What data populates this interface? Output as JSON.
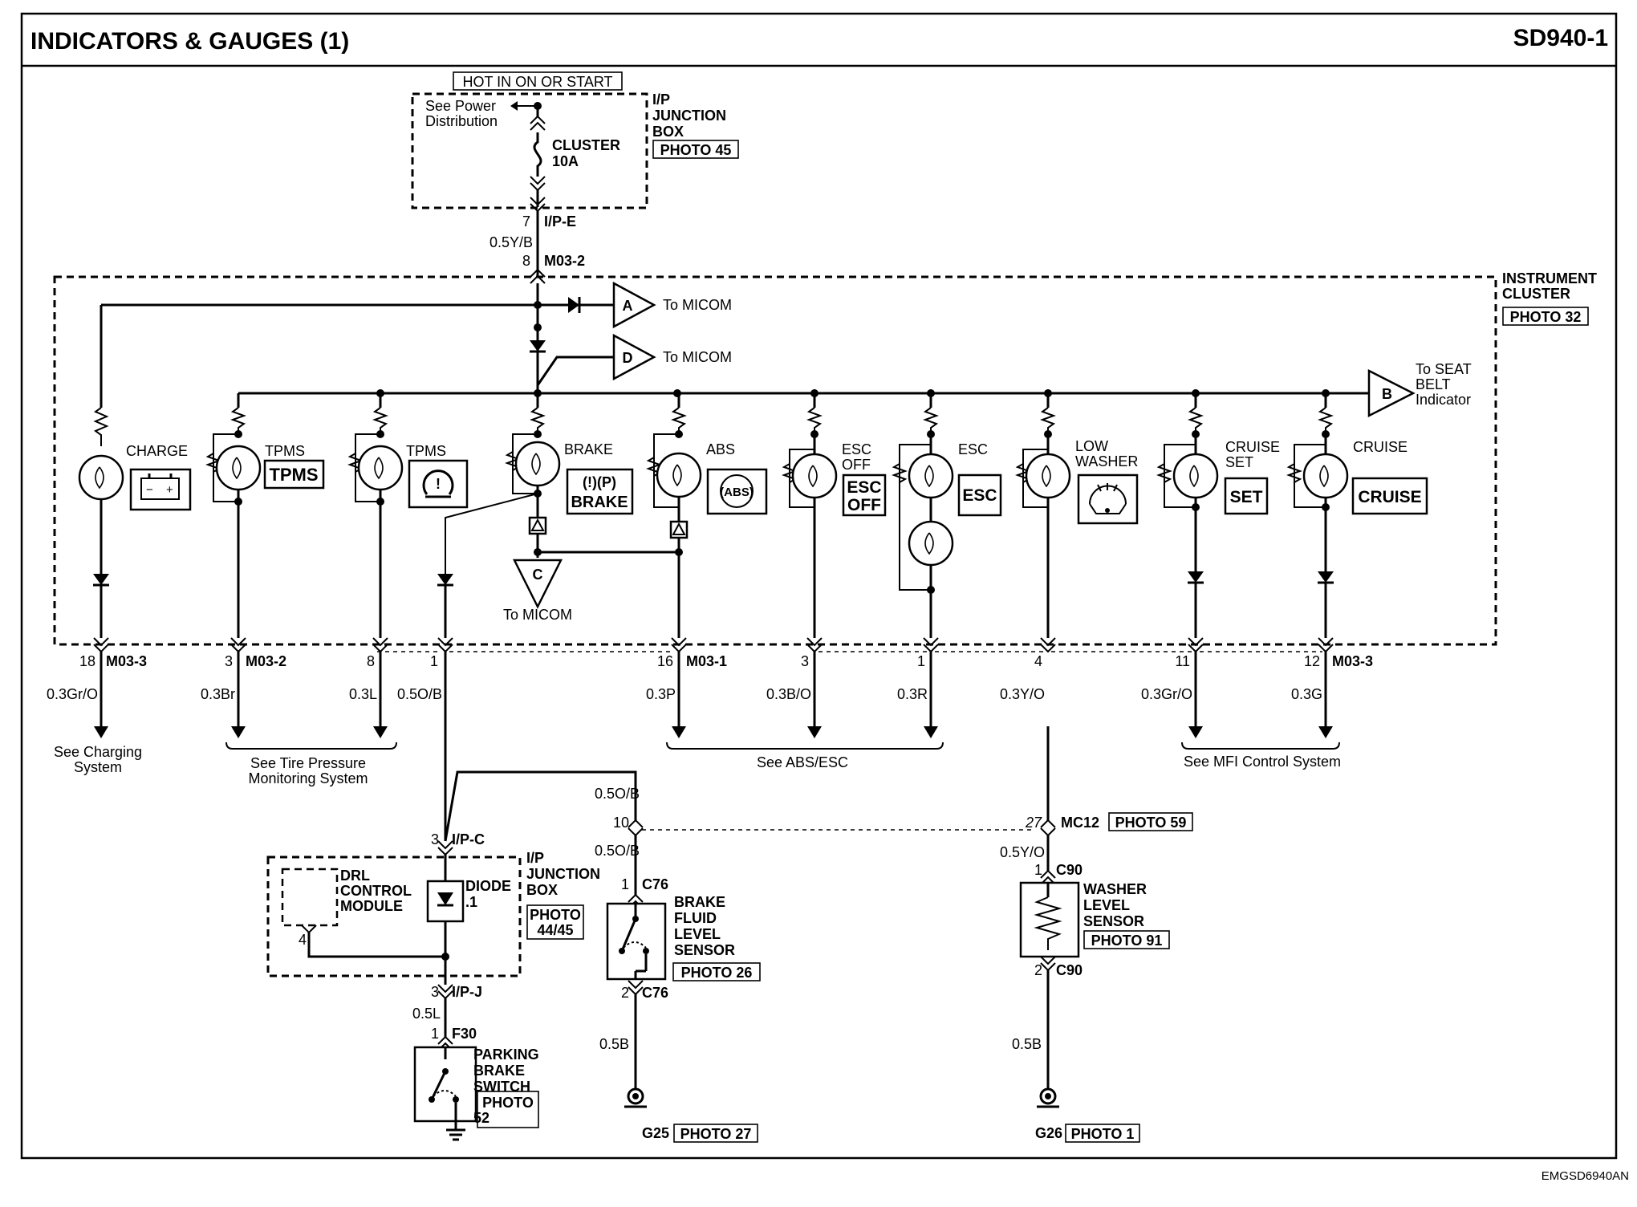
{
  "header": {
    "title": "INDICATORS & GAUGES (1)",
    "code": "SD940-1"
  },
  "footer": {
    "ref": "EMGSD6940AN"
  },
  "top": {
    "hot_label": "HOT IN ON OR START",
    "see_power": [
      "See Power",
      "Distribution"
    ],
    "fuse_label": [
      "CLUSTER",
      "10A"
    ],
    "jb_label": [
      "I/P",
      "JUNCTION",
      "BOX"
    ],
    "jb_photo": "PHOTO 45",
    "conn1_pin": "7",
    "conn1_name": "I/P-E",
    "wire1": "0.5Y/B",
    "conn2_pin": "8",
    "conn2_name": "M03-2"
  },
  "cluster": {
    "label": [
      "INSTRUMENT",
      "CLUSTER"
    ],
    "photo": "PHOTO 32",
    "micom_a": "A",
    "micom_d": "D",
    "micom_c": "C",
    "seat_b": "B",
    "to_micom": "To MICOM",
    "seat_belt": [
      "To SEAT",
      "BELT",
      "Indicator"
    ]
  },
  "indicators": [
    {
      "label": [
        "CHARGE"
      ],
      "icon": "battery-icon"
    },
    {
      "label": [
        "TPMS"
      ],
      "box": "TPMS"
    },
    {
      "label": [
        "TPMS"
      ],
      "icon": "tire-pressure-icon",
      "symbol": "!"
    },
    {
      "label": [
        "BRAKE"
      ],
      "box": [
        "(!)(P)",
        "BRAKE"
      ]
    },
    {
      "label": [
        "ABS"
      ],
      "box": "(ABS)"
    },
    {
      "label": [
        "ESC",
        "OFF"
      ],
      "box": [
        "ESC",
        "OFF"
      ]
    },
    {
      "label": [
        "ESC"
      ],
      "box": "ESC"
    },
    {
      "label": [
        "LOW",
        "WASHER"
      ],
      "icon": "washer-icon"
    },
    {
      "label": [
        "CRUISE",
        "SET"
      ],
      "box": "SET"
    },
    {
      "label": [
        "CRUISE"
      ],
      "box": "CRUISE"
    }
  ],
  "outputs": [
    {
      "pin": "18",
      "conn": "M03-3",
      "wire": "0.3Gr/O"
    },
    {
      "pin": "3",
      "conn": "M03-2",
      "wire": "0.3Br"
    },
    {
      "pin": "8",
      "conn": "",
      "wire": "0.3L"
    },
    {
      "pin": "1",
      "conn": "",
      "wire": "0.5O/B"
    },
    {
      "pin": "16",
      "conn": "M03-1",
      "wire": "0.3P"
    },
    {
      "pin": "3",
      "conn": "",
      "wire": "0.3B/O"
    },
    {
      "pin": "1",
      "conn": "",
      "wire": "0.3R"
    },
    {
      "pin": "4",
      "conn": "",
      "wire": "0.3Y/O"
    },
    {
      "pin": "11",
      "conn": "",
      "wire": "0.3Gr/O"
    },
    {
      "pin": "12",
      "conn": "M03-3",
      "wire": "0.3G"
    }
  ],
  "refs": {
    "charging": [
      "See Charging",
      "System"
    ],
    "tpms": [
      "See Tire Pressure",
      "Monitoring System"
    ],
    "abs": "See ABS/ESC",
    "mfi": "See MFI Control System"
  },
  "lower": {
    "ipc_pin": "3",
    "ipc_name": "I/P-C",
    "drl": [
      "DRL",
      "CONTROL",
      "MODULE"
    ],
    "drl_pin": "4",
    "diode": [
      "DIODE",
      ".1"
    ],
    "jb2": [
      "I/P",
      "JUNCTION",
      "BOX"
    ],
    "jb2_photo": [
      "PHOTO",
      "44/45"
    ],
    "ipj_pin": "3",
    "ipj_name": "I/P-J",
    "wire_05l": "0.5L",
    "f30_pin": "1",
    "f30_name": "F30",
    "parking": [
      "PARKING",
      "BRAKE",
      "SWITCH"
    ],
    "parking_photo": [
      "PHOTO",
      "52"
    ],
    "mc_wire_a": "0.5O/B",
    "mc_pin_left": "10",
    "mc_wire_b": "0.5O/B",
    "mc_pin_right": "27",
    "mc_name": "MC12",
    "mc_photo": "PHOTO 59",
    "c76_top_pin": "1",
    "c76_top": "C76",
    "bfl": [
      "BRAKE",
      "FLUID",
      "LEVEL",
      "SENSOR"
    ],
    "bfl_photo": "PHOTO 26",
    "c76_bot_pin": "2",
    "c76_bot": "C76",
    "wire_05b_left": "0.5B",
    "g25": "G25",
    "g25_photo": "PHOTO 27",
    "wire_y": "0.5Y/O",
    "c90_top_pin": "1",
    "c90_top": "C90",
    "wls": [
      "WASHER",
      "LEVEL",
      "SENSOR"
    ],
    "wls_photo": "PHOTO 91",
    "c90_bot_pin": "2",
    "c90_bot": "C90",
    "wire_05b_right": "0.5B",
    "g26": "G26",
    "g26_photo": "PHOTO 1"
  }
}
